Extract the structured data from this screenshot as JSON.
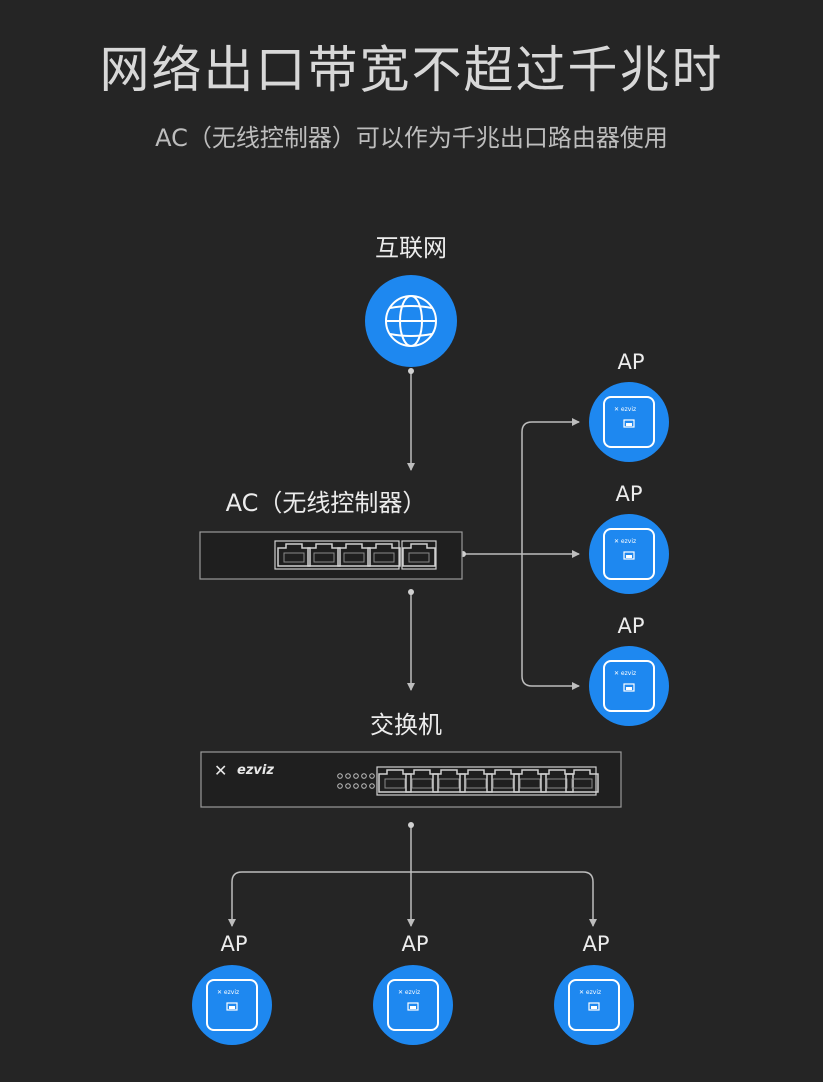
{
  "title": "网络出口带宽不超过千兆时",
  "subtitle": "AC（无线控制器）可以作为千兆出口路由器使用",
  "nodes": {
    "internet_label": "互联网",
    "ac_label": "AC（无线控制器）",
    "switch_label": "交换机",
    "ap_label": "AP",
    "switch_brand": "ezviz"
  },
  "colors": {
    "background": "#252525",
    "node_blue": "#1e88f0",
    "line": "#bdbdbd"
  },
  "icons": {
    "internet": "globe-icon",
    "ap": "access-point-icon",
    "port": "ethernet-port-icon"
  }
}
